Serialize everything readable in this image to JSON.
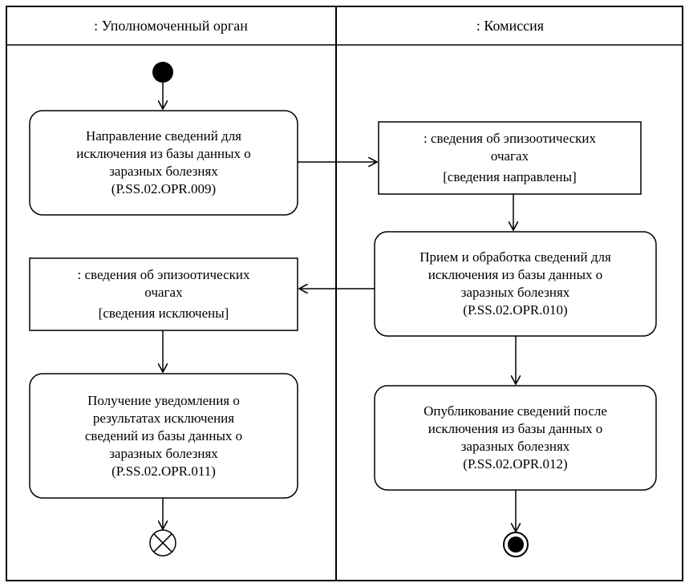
{
  "lanes": {
    "left_title": ": Уполномоченный орган",
    "right_title": ": Комиссия"
  },
  "nodes": {
    "action_009": {
      "lines": [
        "Направление сведений для",
        "исключения из базы данных о",
        "заразных болезнях",
        "(P.SS.02.OPR.009)"
      ]
    },
    "object_sent": {
      "lines": [
        ": сведения об эпизоотических",
        "очагах"
      ],
      "state": "[сведения направлены]"
    },
    "action_010": {
      "lines": [
        "Прием и обработка сведений для",
        "исключения из базы данных о",
        "заразных болезнях",
        "(P.SS.02.OPR.010)"
      ]
    },
    "object_excluded": {
      "lines": [
        ": сведения об эпизоотических",
        "очагах"
      ],
      "state": "[сведения исключены]"
    },
    "action_011": {
      "lines": [
        "Получение уведомления о",
        "результатах исключения",
        "сведений из базы данных о",
        "заразных болезнях",
        "(P.SS.02.OPR.011)"
      ]
    },
    "action_012": {
      "lines": [
        "Опубликование сведений после",
        "исключения из базы данных о",
        "заразных болезнях",
        "(P.SS.02.OPR.012)"
      ]
    }
  }
}
